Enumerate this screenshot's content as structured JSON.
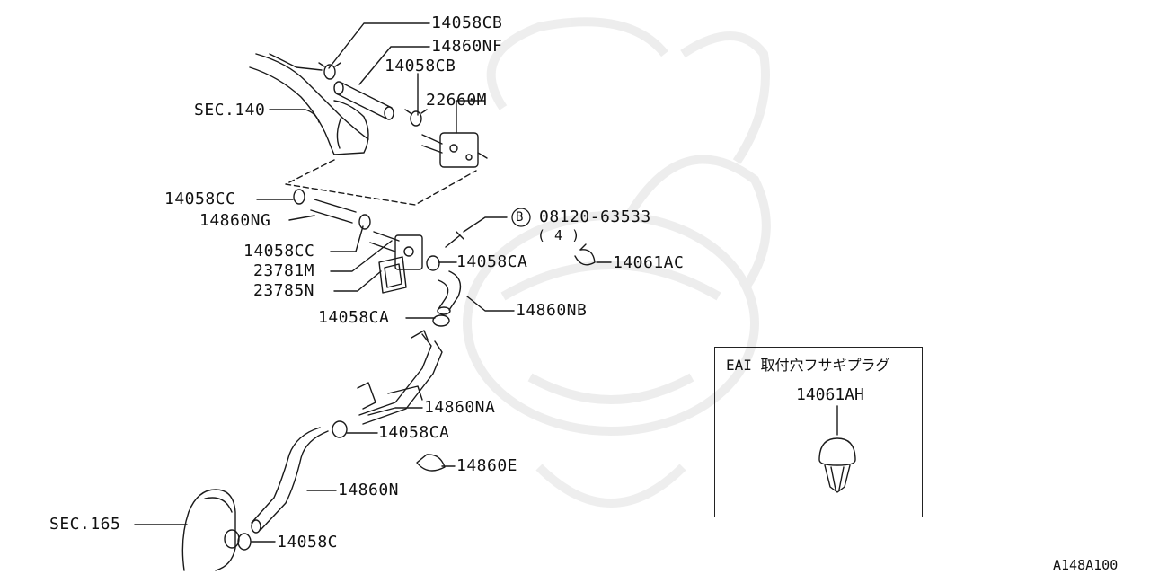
{
  "diagram": {
    "labels": {
      "p14058CB_a": "14058CB",
      "p14860NF": "14860NF",
      "p14058CB_b": "14058CB",
      "p22660M": "22660M",
      "sec140": "SEC.140",
      "p14058CC_a": "14058CC",
      "p14860NG": "14860NG",
      "p14058CC_b": "14058CC",
      "p23781M": "23781M",
      "p23785N": "23785N",
      "bolt_symbol": "B",
      "bolt_part": "08120-63533",
      "bolt_qty": "( 4 )",
      "p14058CA_a": "14058CA",
      "p14061AC": "14061AC",
      "p14860NB": "14860NB",
      "p14058CA_b": "14058CA",
      "p14860NA": "14860NA",
      "p14058CA_c": "14058CA",
      "p14860E": "14860E",
      "p14860N": "14860N",
      "sec165": "SEC.165",
      "p14058C": "14058C"
    },
    "inset": {
      "title": "EAI 取付穴フサギプラグ",
      "part": "14061AH"
    },
    "figure_ref": "A148A100"
  }
}
